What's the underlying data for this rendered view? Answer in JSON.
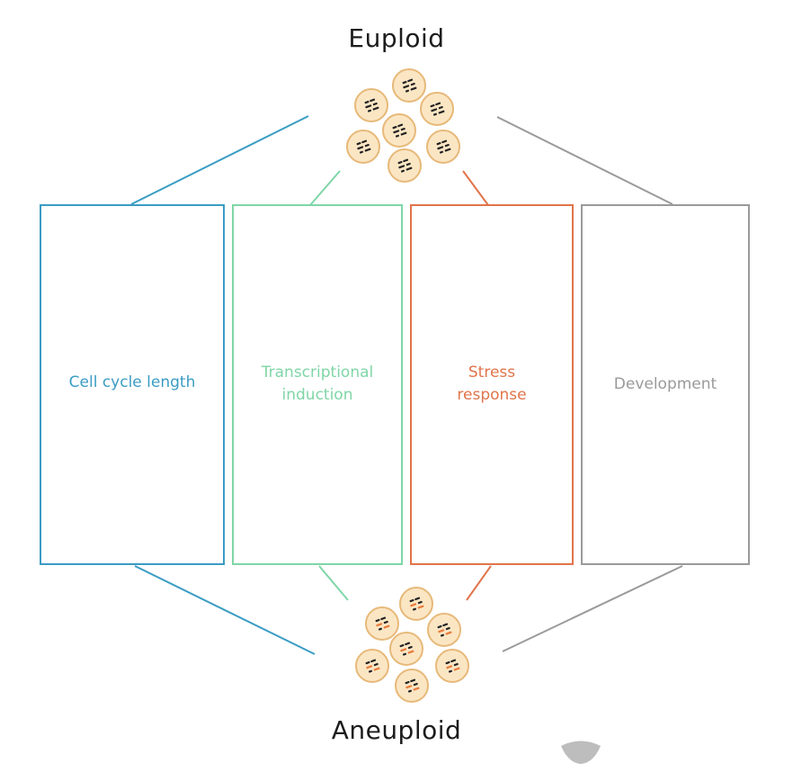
{
  "title_top": "Euploid",
  "title_bottom": "Aneuploid",
  "panels": [
    {
      "id": "cell-cycle-length",
      "lines": [
        "Cell cycle length"
      ],
      "color": "#3a9cc4"
    },
    {
      "id": "transcriptional-induction",
      "lines": [
        "Transcriptional",
        "induction"
      ],
      "color": "#7fd6a7"
    },
    {
      "id": "stress-response",
      "lines": [
        "Stress",
        "response"
      ],
      "color": "#e0744a"
    },
    {
      "id": "development",
      "lines": [
        "Development"
      ],
      "color": "#9a9a9a"
    }
  ],
  "colors": {
    "cell_fill": "#fbe6c4",
    "cell_stroke": "#e7b979",
    "green_fill": "#8fe3b1",
    "green_dark": "#59c485",
    "green_light": "#d3f4e0",
    "pink_fill": "#f2bcb0",
    "orange_dark": "#df7048",
    "orange_mid": "#eb9a78",
    "chromosome": "#222222",
    "chromosome_accent": "#e87a3a"
  }
}
